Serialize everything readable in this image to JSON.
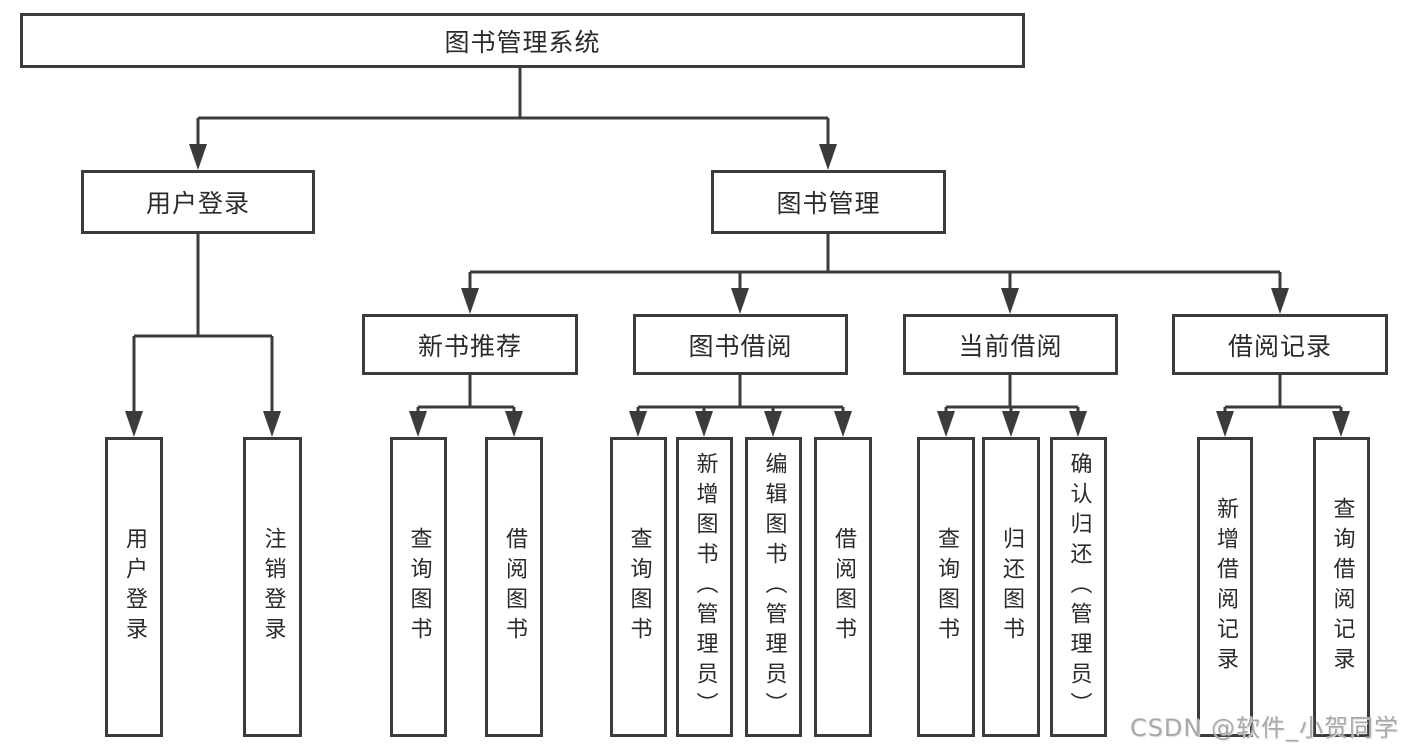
{
  "tree": {
    "root": {
      "label": "图书管理系统",
      "children": [
        {
          "label": "用户登录",
          "children": [
            {
              "label": "用户登录"
            },
            {
              "label": "注销登录"
            }
          ]
        },
        {
          "label": "图书管理",
          "children": [
            {
              "label": "新书推荐",
              "children": [
                {
                  "label": "查询图书"
                },
                {
                  "label": "借阅图书"
                }
              ]
            },
            {
              "label": "图书借阅",
              "children": [
                {
                  "label": "查询图书"
                },
                {
                  "label": "新增图书（管理员）"
                },
                {
                  "label": "编辑图书（管理员）"
                },
                {
                  "label": "借阅图书"
                }
              ]
            },
            {
              "label": "当前借阅",
              "children": [
                {
                  "label": "查询图书"
                },
                {
                  "label": "归还图书"
                },
                {
                  "label": "确认归还（管理员）"
                }
              ]
            },
            {
              "label": "借阅记录",
              "children": [
                {
                  "label": "新增借阅记录"
                },
                {
                  "label": "查询借阅记录"
                }
              ]
            }
          ]
        }
      ]
    }
  },
  "watermark": {
    "text": "CSDN @软件_小贺同学"
  },
  "colors": {
    "line": "#3b3b3b",
    "box_border": "#3b3b3b",
    "text": "#2b2b2b",
    "watermark": "#a9a9a9",
    "background": "#ffffff"
  }
}
